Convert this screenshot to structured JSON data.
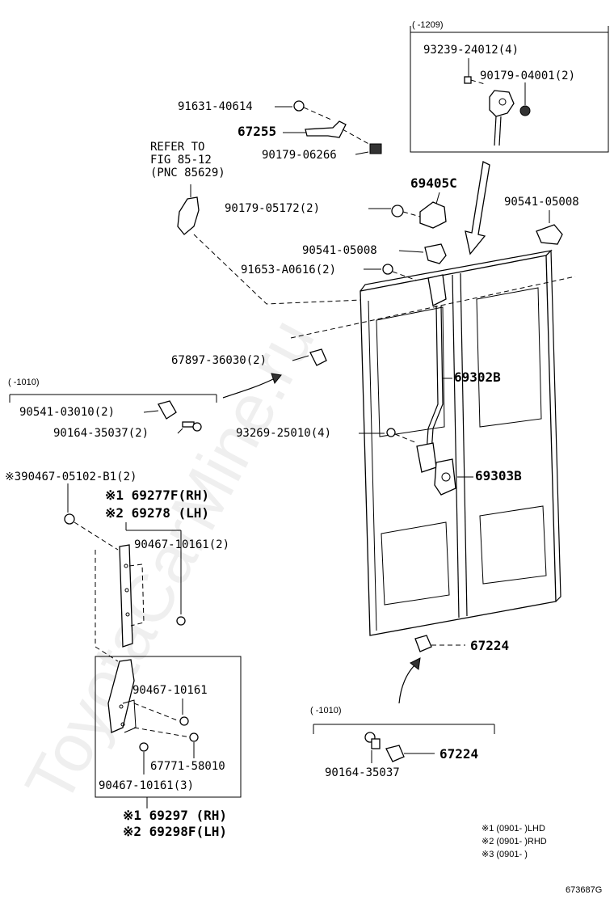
{
  "watermark": "ToyotaCarMine.ru",
  "refer": {
    "line1": "REFER TO",
    "line2": "FIG 85-12",
    "line3": "(PNC 85629)"
  },
  "boxes": {
    "top_right_header": "(     -1209)",
    "left_header": "(     -1010)",
    "bottom_header": "(     -1010)"
  },
  "parts": {
    "p93239": "93239-24012(4)",
    "p90179_04001": "90179-04001(2)",
    "p91631": "91631-40614",
    "p67255": "67255",
    "p90179_06266": "90179-06266",
    "p69405c": "69405C",
    "p90179_05172": "90179-05172(2)",
    "p90541_05008_right": "90541-05008",
    "p90541_05008_mid": "90541-05008",
    "p91653": "91653-A0616(2)",
    "p67897": "67897-36030(2)",
    "p90541_03010": "90541-03010(2)",
    "p90164_35037_2": "90164-35037(2)",
    "p69302b": "69302B",
    "p93269": "93269-25010(4)",
    "p69303b": "69303B",
    "p90467_05102": "※390467-05102-B1(2)",
    "p69277f": "※1 69277F(RH)",
    "p69278": "※2 69278 (LH)",
    "p90467_10161_2": "90467-10161(2)",
    "p67224_right": "67224",
    "p90467_10161": "90467-10161",
    "p67771": "67771-58010",
    "p90467_10161_3": "90467-10161(3)",
    "p69297": "※1 69297 (RH)",
    "p69298f": "※2 69298F(LH)",
    "p67224_bottom": "67224",
    "p90164_35037": "90164-35037"
  },
  "notes": {
    "n1": "※1 (0901-     )LHD",
    "n2": "※2 (0901-     )RHD",
    "n3": "※3 (0901-     )"
  },
  "figure_code": "673687G"
}
